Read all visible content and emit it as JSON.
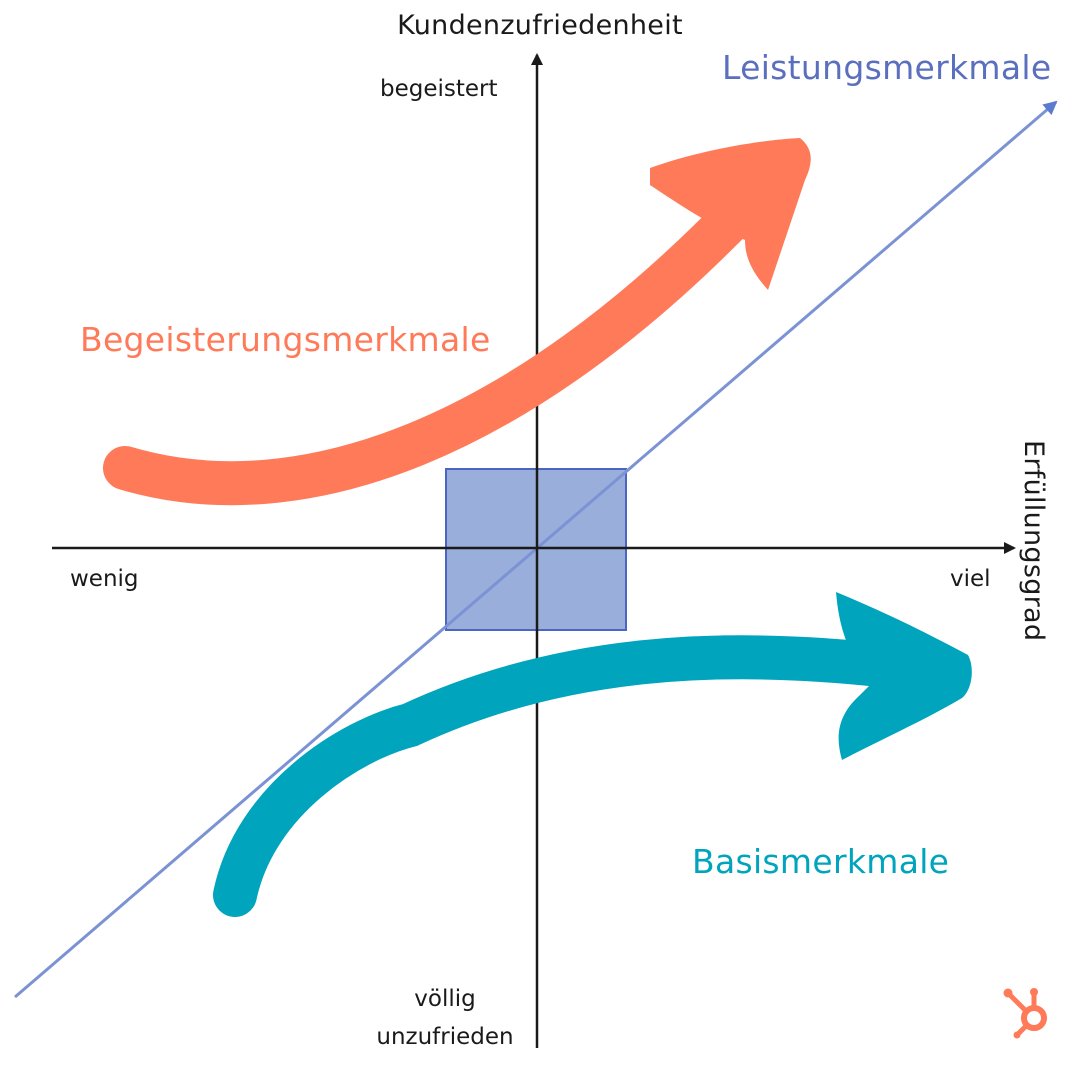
{
  "axes": {
    "y_title": "Kundenzufriedenheit",
    "x_title": "Erfüllungsgrad",
    "y_top_label": "begeistert",
    "y_bottom_label_line1": "völlig",
    "y_bottom_label_line2": "unzufrieden",
    "x_left_label": "wenig",
    "x_right_label": "viel"
  },
  "categories": {
    "performance": {
      "label": "Leistungsmerkmale",
      "color": "#5b6fbf"
    },
    "delight": {
      "label": "Begeisterungsmerkmale",
      "color": "#ff7a59"
    },
    "basic": {
      "label": "Basismerkmale",
      "color": "#00a4bd"
    }
  },
  "colors": {
    "axis": "#1a1a1a",
    "diagonal": "#7b93d4",
    "center_square_fill": "#9aaedb",
    "center_square_stroke": "#4a66c0",
    "logo": "#ff7a59"
  },
  "logo": {
    "icon": "hubspot-sprocket-icon"
  }
}
